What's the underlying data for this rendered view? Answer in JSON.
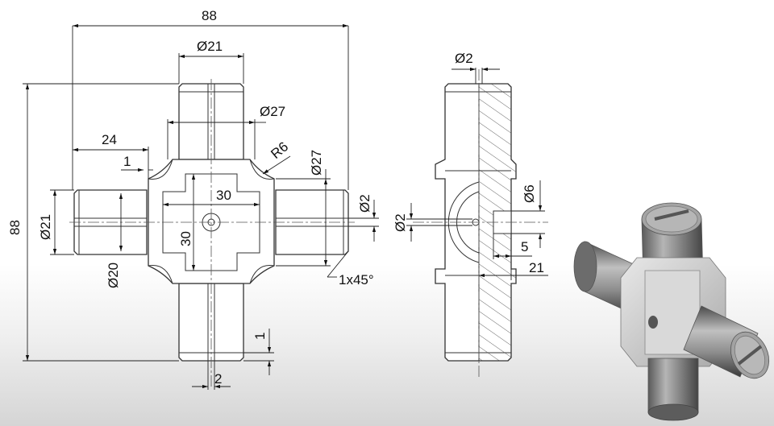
{
  "drawing": {
    "front_view": {
      "overall_width": "88",
      "overall_height": "88",
      "top_journal_diameter": "Ø21",
      "shoulder_diameter": "Ø27",
      "left_offset": "24",
      "chamfer_step": "1",
      "fillet_radius": "R6",
      "right_shoulder_diameter": "Ø27",
      "square_width": "30",
      "square_height": "30",
      "pin_hole_diameter": "Ø2",
      "left_journal_diameter": "Ø21",
      "neck_diameter": "Ø20",
      "chamfer_note": "1x45°",
      "bottom_step": "1",
      "groove_width": "2"
    },
    "section_view": {
      "top_hole_diameter": "Ø2",
      "left_hole_diameter": "Ø2",
      "bore_diameter": "Ø6",
      "bore_depth": "5",
      "bore_offset": "21"
    },
    "render_3d": {
      "shaft_color": "#8f8f8f",
      "body_color": "#cfcfcf"
    }
  }
}
